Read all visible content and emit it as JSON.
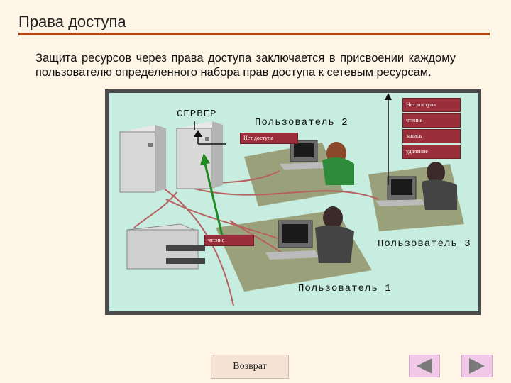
{
  "header": {
    "title": "Права доступа"
  },
  "body": {
    "paragraph": "Защита ресурсов через права доступа заключается в присвоении каждому пользователю определенного набора прав доступа к сетевым ресурсам."
  },
  "figure": {
    "server_label": "СЕРВЕР",
    "user2_label": "Пользователь 2",
    "user3_label": "Пользователь 3",
    "user1_label": "Пользователь 1",
    "no_access_tag": "Нет доступа",
    "read_tag": "чтение",
    "rights_list": [
      "Нет доступа",
      "чтение",
      "запись",
      "удаление"
    ]
  },
  "nav": {
    "back_label": "Возврат",
    "prev_icon": "triangle-left-icon",
    "next_icon": "triangle-right-icon"
  },
  "colors": {
    "accent_rule": "#b04a1c",
    "panel_bg": "#c6ede0",
    "tag_bg": "#9b2e3b",
    "nav_bg": "#f0c8e8"
  }
}
